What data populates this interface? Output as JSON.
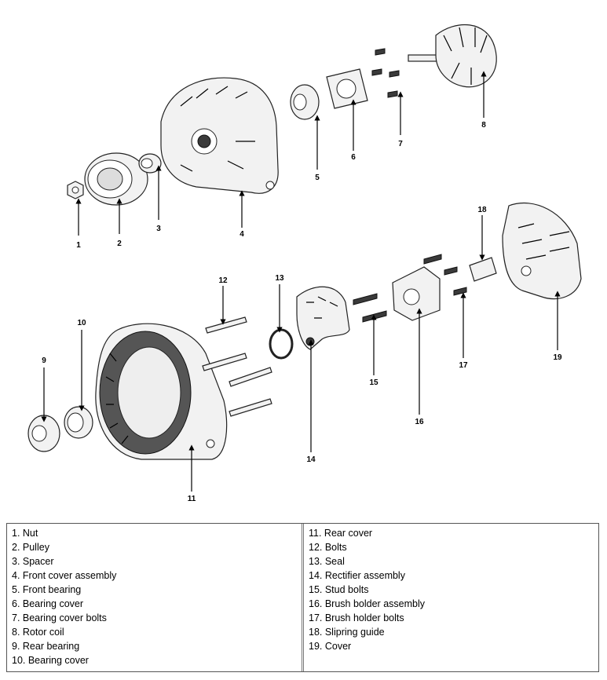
{
  "callouts": [
    "1",
    "2",
    "3",
    "4",
    "5",
    "6",
    "7",
    "8",
    "9",
    "10",
    "11",
    "12",
    "13",
    "14",
    "15",
    "16",
    "17",
    "18",
    "19"
  ],
  "legend": {
    "left": [
      "1. Nut",
      "2. Pulley",
      "3. Spacer",
      "4. Front cover assembly",
      "5. Front bearing",
      "6. Bearing cover",
      "7. Bearing cover bolts",
      "8. Rotor coil",
      "9. Rear bearing",
      "10. Bearing cover"
    ],
    "right": [
      "11. Rear cover",
      "12. Bolts",
      "13. Seal",
      "14. Rectifier assembly",
      "15. Stud bolts",
      "16. Brush bolder assembly",
      "17. Brush holder bolts",
      "18. Slipring guide",
      "19. Cover"
    ]
  }
}
